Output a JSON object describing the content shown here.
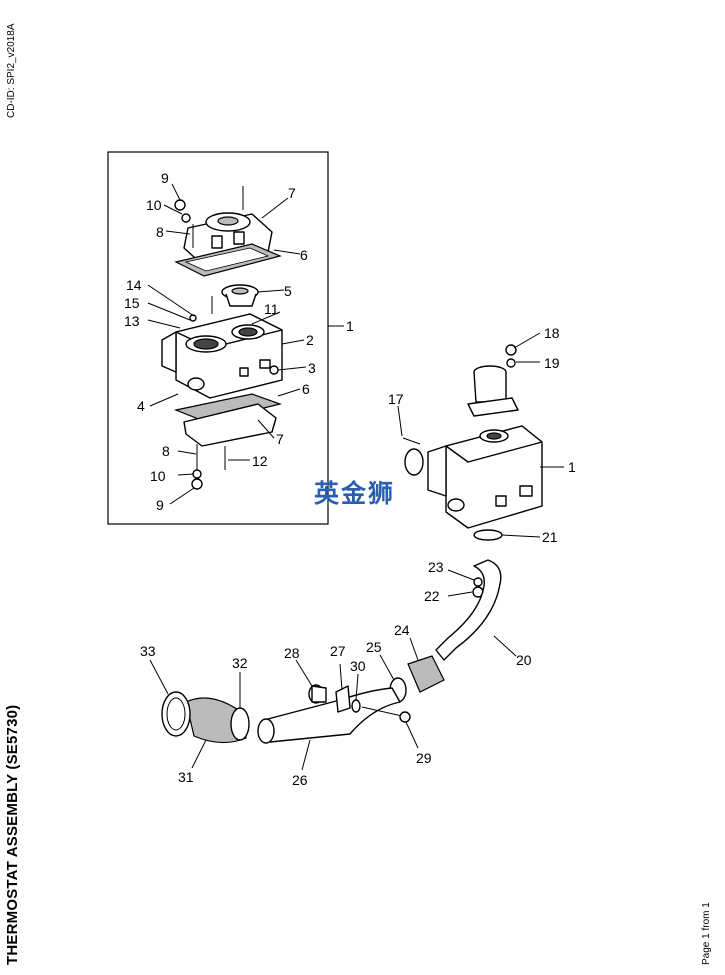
{
  "document": {
    "cd_id": "CD-ID: SPI2_v2018A",
    "title": "THERMOSTAT ASSEMBLY (SE5730)",
    "page_number": "Page 1 from 1",
    "watermark": "英金狮"
  },
  "callouts": {
    "c1_inset": "1",
    "c2": "2",
    "c3": "3",
    "c4": "4",
    "c5": "5",
    "c6_top": "6",
    "c6_bottom": "6",
    "c7_top": "7",
    "c7_bottom": "7",
    "c8_top": "8",
    "c8_bottom": "8",
    "c9_top": "9",
    "c9_bottom": "9",
    "c10_top": "10",
    "c10_bottom": "10",
    "c11": "11",
    "c12": "12",
    "c13": "13",
    "c14": "14",
    "c15": "15",
    "c1_main": "1",
    "c17": "17",
    "c18": "18",
    "c19": "19",
    "c20": "20",
    "c21": "21",
    "c22": "22",
    "c23": "23",
    "c24": "24",
    "c25": "25",
    "c26": "26",
    "c27": "27",
    "c28": "28",
    "c29": "29",
    "c30": "30",
    "c31": "31",
    "c32": "32",
    "c33": "33"
  }
}
